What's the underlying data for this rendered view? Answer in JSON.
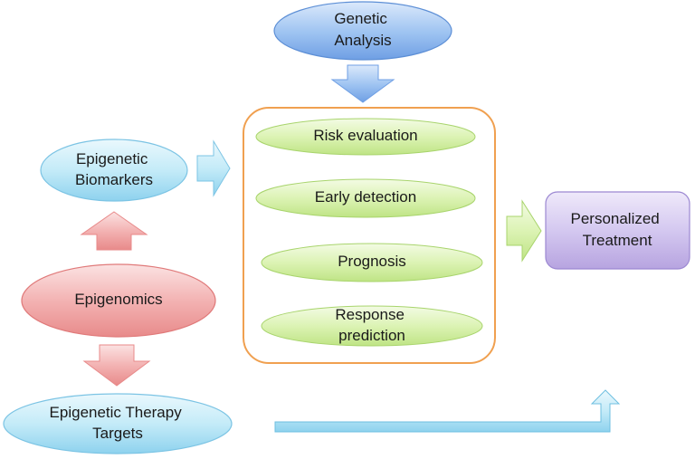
{
  "nodes": {
    "genetic_analysis": [
      "Genetic",
      "Analysis"
    ],
    "epigenetic_biomarkers": [
      "Epigenetic",
      "Biomarkers"
    ],
    "epigenomics": [
      "Epigenomics"
    ],
    "epigenetic_therapy_targets": [
      "Epigenetic Therapy",
      "Targets"
    ],
    "risk_evaluation": [
      "Risk evaluation"
    ],
    "early_detection": [
      "Early detection"
    ],
    "prognosis": [
      "Prognosis"
    ],
    "response_prediction": [
      "Response",
      "prediction"
    ],
    "personalized_treatment": [
      "Personalized",
      "Treatment"
    ]
  },
  "colors": {
    "blue": "#6aa0e8",
    "cyan": "#a8ddf0",
    "pink": "#f0a0a0",
    "green": "#cdeb9a",
    "purple": "#c4b4e6",
    "orange_border": "#f0a050"
  }
}
